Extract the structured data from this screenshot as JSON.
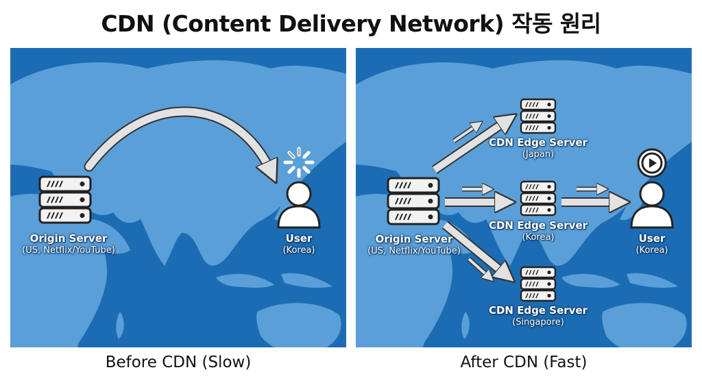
{
  "title": "CDN (Content Delivery Network) 작동 원리",
  "colors": {
    "ocean": "#1c6cb4",
    "land": "#5a9fd8",
    "arrow": "#e2e2e2",
    "server": "#f2f2f2",
    "outline": "#222222"
  },
  "before": {
    "caption": "Before CDN (Slow)",
    "origin": {
      "name": "Origin Server",
      "detail": "(US, Netflix/YouTube)"
    },
    "user": {
      "name": "User",
      "detail": "(Korea)",
      "status_icon": "loading-spinner-icon"
    }
  },
  "after": {
    "caption": "After CDN (Fast)",
    "origin": {
      "name": "Origin Server",
      "detail": "(US, Netflix/YouTube)"
    },
    "edges": [
      {
        "name": "CDN Edge Server",
        "detail": "(Japan)"
      },
      {
        "name": "CDN Edge Server",
        "detail": "(Korea)"
      },
      {
        "name": "CDN Edge Server",
        "detail": "(Singapore)"
      }
    ],
    "user": {
      "name": "User",
      "detail": "(Korea)",
      "status_icon": "play-icon"
    }
  }
}
